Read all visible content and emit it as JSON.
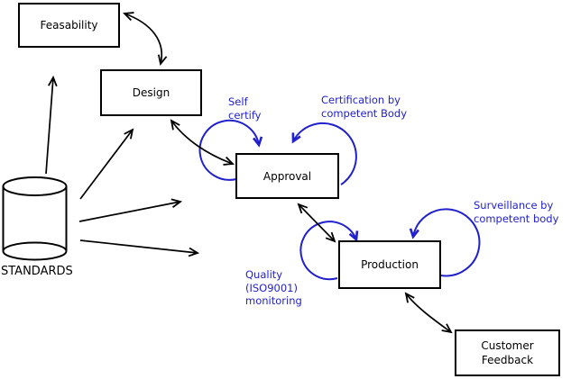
{
  "diagram": {
    "boxes": {
      "feasability": {
        "label": "Feasability"
      },
      "design": {
        "label": "Design"
      },
      "approval": {
        "label": "Approval"
      },
      "production": {
        "label": "Production"
      },
      "customer_feedback": {
        "label": "Customer\nFeedback"
      }
    },
    "datastore": {
      "label": "STANDARDS",
      "shape": "cylinder"
    },
    "annotations": {
      "self_certify": {
        "text": "Self\ncertify"
      },
      "certification": {
        "text": "Certification by\ncompetent Body"
      },
      "surveillance": {
        "text": "Surveillance by\ncompetent body"
      },
      "quality": {
        "text": "Quality\n(ISO9001)\nmonitoring"
      }
    },
    "colors": {
      "line": "#000000",
      "annotation": "#2222cc",
      "loop": "#2020cc",
      "box_fill": "#ffffff"
    },
    "connections": [
      {
        "from": "standards",
        "to": "feasability",
        "type": "arrow"
      },
      {
        "from": "standards",
        "to": "design",
        "type": "arrow"
      },
      {
        "from": "standards",
        "to": "approval",
        "type": "arrow"
      },
      {
        "from": "standards",
        "to": "production",
        "type": "arrow"
      },
      {
        "from": "feasability",
        "to": "design",
        "type": "double-arrow"
      },
      {
        "from": "design",
        "to": "approval",
        "type": "double-arrow"
      },
      {
        "from": "approval",
        "to": "production",
        "type": "double-arrow"
      },
      {
        "from": "production",
        "to": "customer_feedback",
        "type": "double-arrow"
      },
      {
        "from": "approval",
        "to": "approval",
        "type": "self-loop",
        "label_ref": "self_certify"
      },
      {
        "from": "approval",
        "to": "approval",
        "type": "self-loop",
        "label_ref": "certification"
      },
      {
        "from": "production",
        "to": "production",
        "type": "self-loop",
        "label_ref": "quality"
      },
      {
        "from": "production",
        "to": "production",
        "type": "self-loop",
        "label_ref": "surveillance"
      }
    ]
  }
}
